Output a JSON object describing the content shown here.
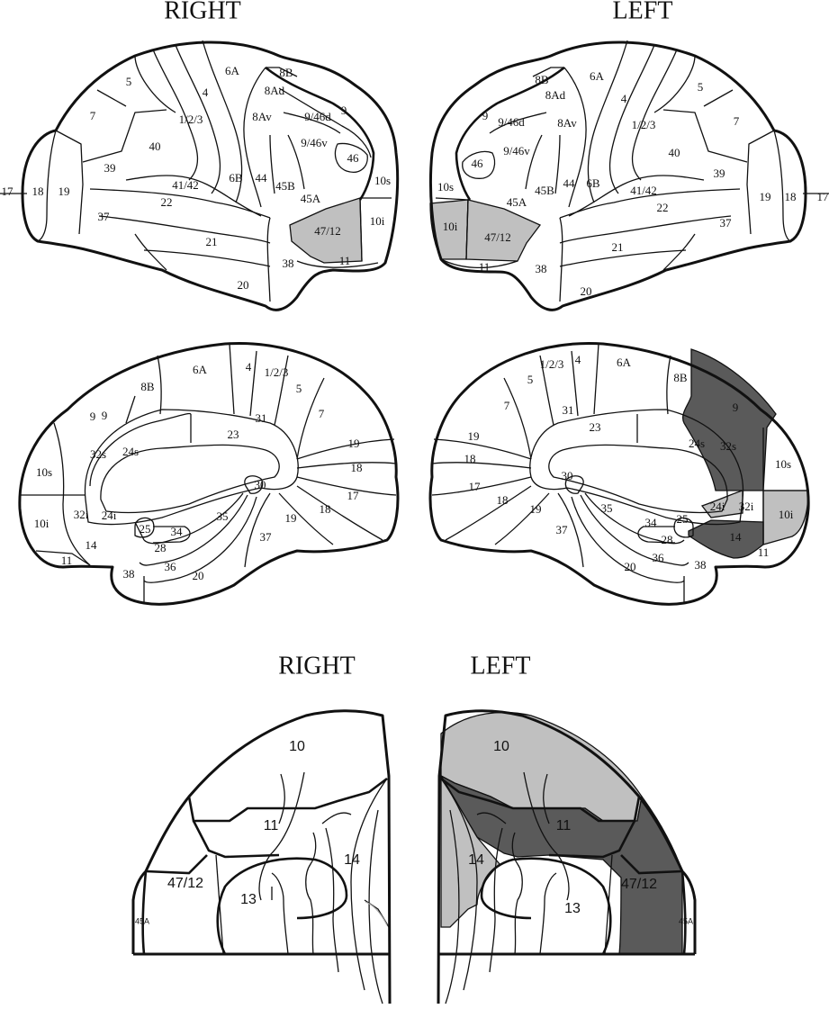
{
  "titles": {
    "top_right": "RIGHT",
    "top_left": "LEFT",
    "bottom_right": "RIGHT",
    "bottom_left": "LEFT"
  },
  "colors": {
    "light_shade": "#c0c0c0",
    "dark_shade": "#5a5a5a",
    "outline": "#111111"
  },
  "lateral_right": {
    "a5": "5",
    "a7": "7",
    "a4": "4",
    "a6A": "6A",
    "a8B": "8B",
    "a8Ad": "8Ad",
    "a9": "9",
    "a8Av": "8Av",
    "a9_46d": "9/46d",
    "a123": "1/2/3",
    "a40": "40",
    "a9_46v": "9/46v",
    "a46": "46",
    "a39": "39",
    "a41_42": "41/42",
    "a6B": "6B",
    "a44": "44",
    "a45B": "45B",
    "a10s": "10s",
    "a17": "17",
    "a18": "18",
    "a19": "19",
    "a22": "22",
    "a45A": "45A",
    "a37": "37",
    "a10i": "10i",
    "a47_12": "47/12",
    "a21": "21",
    "a11": "11",
    "a38": "38",
    "a20": "20"
  },
  "lateral_left": {
    "a8B": "8B",
    "a6A": "6A",
    "a8Ad": "8Ad",
    "a5": "5",
    "a4": "4",
    "a9": "9",
    "a9_46d": "9/46d",
    "a8Av": "8Av",
    "a123": "1/2/3",
    "a7": "7",
    "a9_46v": "9/46v",
    "a40": "40",
    "a46": "46",
    "a39": "39",
    "a10s": "10s",
    "a45B": "45B",
    "a44": "44",
    "a6B": "6B",
    "a41_42": "41/42",
    "a45A": "45A",
    "a22": "22",
    "a19": "19",
    "a18": "18",
    "a17": "17",
    "a10i": "10i",
    "a47_12": "47/12",
    "a37": "37",
    "a21": "21",
    "a11": "11",
    "a38": "38",
    "a20": "20"
  },
  "medial_right": {
    "a6A": "6A",
    "a4": "4",
    "a123": "1/2/3",
    "a8B": "8B",
    "a5": "5",
    "a9a": "9",
    "a9b": "9",
    "a7": "7",
    "a31": "31",
    "a23": "23",
    "a32s": "32s",
    "a24s": "24s",
    "a19a": "19",
    "a10s": "10s",
    "a18": "18",
    "a30": "30",
    "a17": "17",
    "a32i": "32i",
    "a24i": "24i",
    "a10i": "10i",
    "a35": "35",
    "a19b": "19",
    "a18b": "18",
    "a25": "25",
    "a34": "34",
    "a14": "14",
    "a28": "28",
    "a37": "37",
    "a11": "11",
    "a36": "36",
    "a38": "38",
    "a20": "20"
  },
  "medial_left": {
    "a123": "1/2/3",
    "a4": "4",
    "a6A": "6A",
    "a8B": "8B",
    "a5": "5",
    "a9": "9",
    "a7": "7",
    "a31": "31",
    "a23": "23",
    "a19": "19",
    "a24s": "24s",
    "a32s": "32s",
    "a18": "18",
    "a10s": "10s",
    "a30": "30",
    "a17": "17",
    "a18b": "18",
    "a19b": "19",
    "a35": "35",
    "a24i": "24i",
    "a32i": "32i",
    "a10i": "10i",
    "a37": "37",
    "a34": "34",
    "a25": "25",
    "a28": "28",
    "a14": "14",
    "a11": "11",
    "a36": "36",
    "a20": "20",
    "a38": "38"
  },
  "orbital_right": {
    "a10": "10",
    "a11": "11",
    "a14": "14",
    "a47_12": "47/12",
    "a13": "13",
    "a45A": "45A"
  },
  "orbital_left": {
    "a10": "10",
    "a11": "11",
    "a14": "14",
    "a13": "13",
    "a47_12": "47/12",
    "a45A": "45A"
  }
}
